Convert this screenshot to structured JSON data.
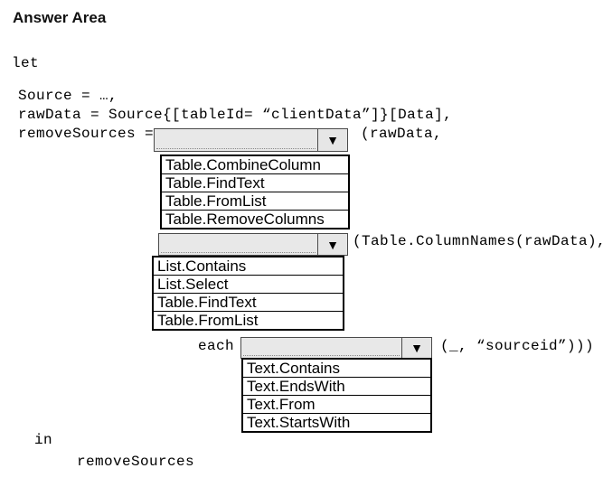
{
  "title": "Answer Area",
  "colors": {
    "background": "#ffffff",
    "text": "#000000",
    "combo_fill": "#e8e8e8",
    "combo_border": "#4a4a4a",
    "list_border": "#000000"
  },
  "icons": {
    "dropdown_arrow": "▼"
  },
  "code": {
    "let_keyword": "let",
    "source_line": "Source = …,",
    "rawdata_line": "rawData = Source{[tableId= “clientData”]}[Data],",
    "removesources_lhs": "removeSources =",
    "after_dropdown_1": "(rawData,",
    "after_dropdown_2": "(Table.ColumnNames(rawData),",
    "each_keyword": "each",
    "after_dropdown_3": "(_, “sourceid”)))",
    "in_keyword": "in",
    "result_line": "removeSources"
  },
  "dropdowns": [
    {
      "selected_value": "",
      "options": [
        "Table.CombineColumn",
        "Table.FindText",
        "Table.FromList",
        "Table.RemoveColumns"
      ]
    },
    {
      "selected_value": "",
      "options": [
        "List.Contains",
        "List.Select",
        "Table.FindText",
        "Table.FromList"
      ]
    },
    {
      "selected_value": "",
      "options": [
        "Text.Contains",
        "Text.EndsWith",
        "Text.From",
        "Text.StartsWith"
      ]
    }
  ]
}
